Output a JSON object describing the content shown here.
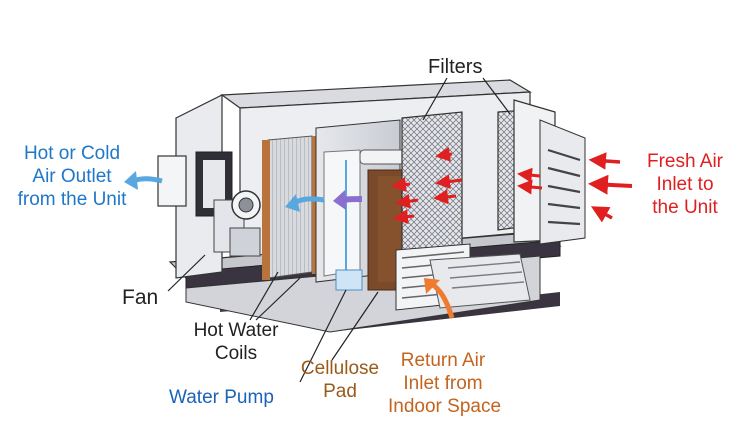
{
  "labels": {
    "filters": "Filters",
    "outlet": [
      "Hot or Cold",
      "Air Outlet",
      "from the Unit"
    ],
    "inlet": [
      "Fresh Air",
      "Inlet to",
      "the Unit"
    ],
    "fan": "Fan",
    "coils": [
      "Hot Water",
      "Coils"
    ],
    "pad": [
      "Cellulose",
      "Pad"
    ],
    "pump": "Water Pump",
    "return": [
      "Return Air",
      "Inlet from",
      "Indoor Space"
    ]
  },
  "colors": {
    "outlet_text": "#1f77c9",
    "inlet_text": "#e02020",
    "pump_text": "#1b63b8",
    "return_text": "#c4641f",
    "pad_text": "#9a5a1a",
    "airflow_blue": "#5aa7e0",
    "airflow_red": "#e02020",
    "airflow_purple": "#8a6fd1",
    "return_arrow": "#f07a2e",
    "cellulose_pad": "#7a4a2a"
  }
}
